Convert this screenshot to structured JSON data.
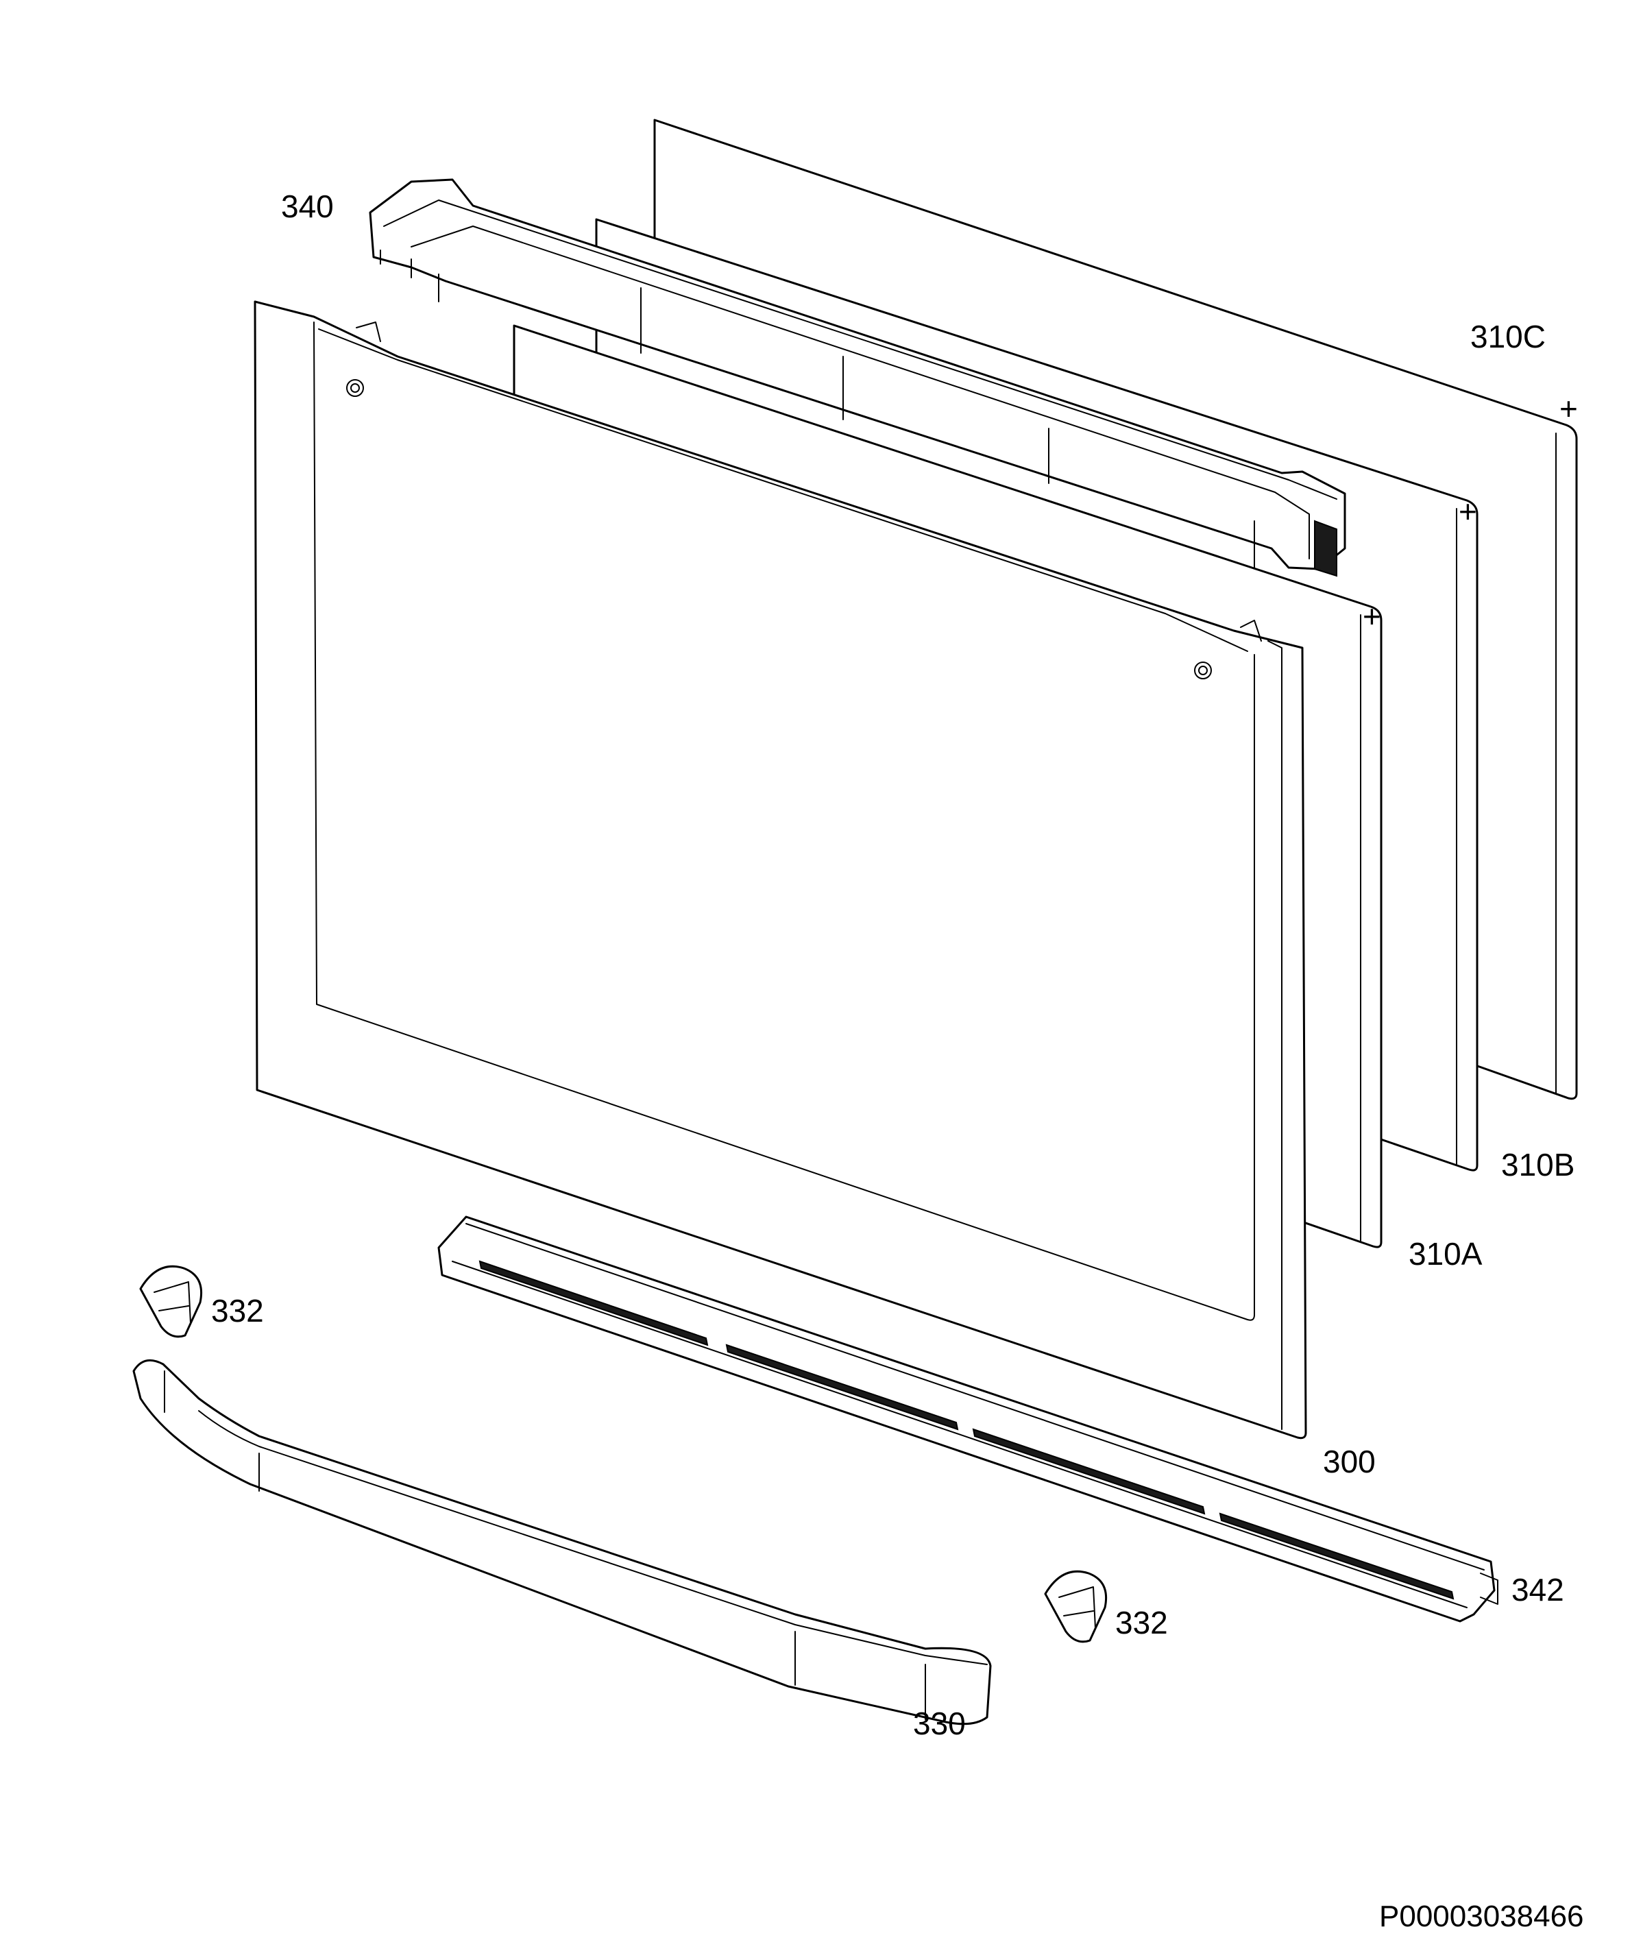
{
  "diagram": {
    "parts": [
      {
        "id": "p340",
        "label": "340"
      },
      {
        "id": "p310c",
        "label": "310C"
      },
      {
        "id": "p310b",
        "label": "310B"
      },
      {
        "id": "p310a",
        "label": "310A"
      },
      {
        "id": "p332a",
        "label": "332"
      },
      {
        "id": "p300",
        "label": "300"
      },
      {
        "id": "p342",
        "label": "342"
      },
      {
        "id": "p332b",
        "label": "332"
      },
      {
        "id": "p330",
        "label": "330"
      }
    ],
    "document_id": "P00003038466"
  }
}
